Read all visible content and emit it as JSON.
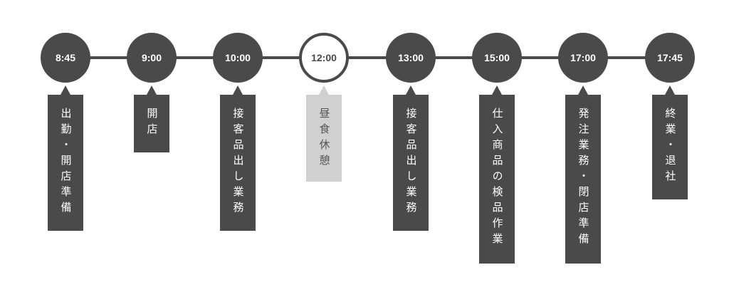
{
  "timeline": [
    {
      "time": "8:45",
      "task": "出勤・開店準備",
      "style": "dark"
    },
    {
      "time": "9:00",
      "task": "開店",
      "style": "dark"
    },
    {
      "time": "10:00",
      "task": "接客品出し業務",
      "style": "dark"
    },
    {
      "time": "12:00",
      "task": "昼食休憩",
      "style": "light"
    },
    {
      "time": "13:00",
      "task": "接客品出し業務",
      "style": "dark"
    },
    {
      "time": "15:00",
      "task": "仕入商品の検品作業",
      "style": "dark"
    },
    {
      "time": "17:00",
      "task": "発注業務・閉店準備",
      "style": "dark"
    },
    {
      "time": "17:45",
      "task": "終業・退社",
      "style": "dark"
    }
  ],
  "colors": {
    "dark": "#4a4a4a",
    "light": "#d0d0d0"
  }
}
